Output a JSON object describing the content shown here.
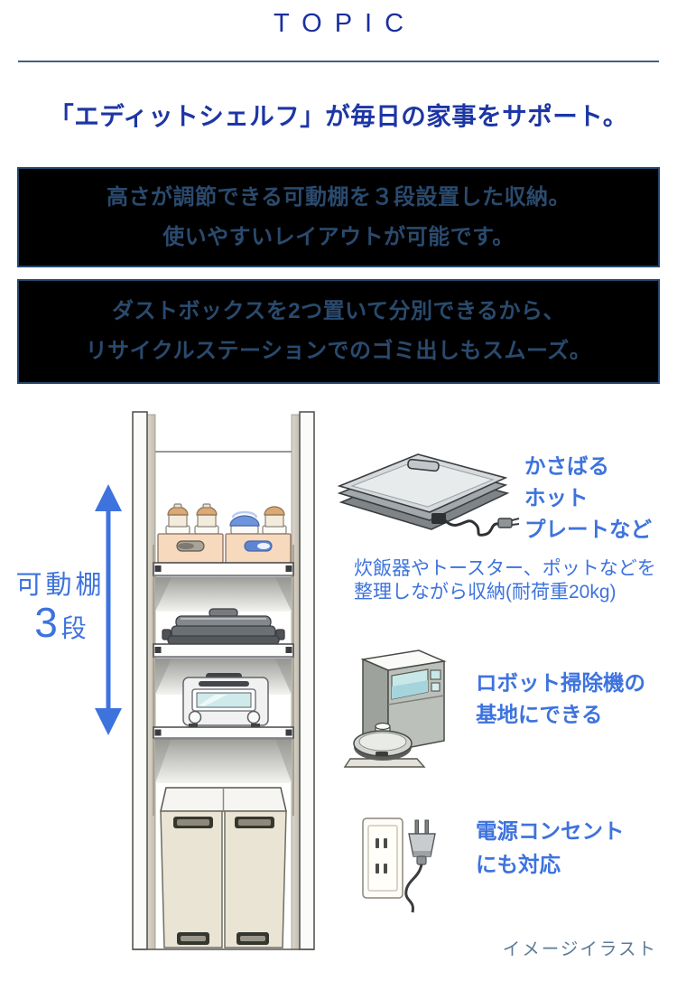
{
  "header": {
    "topic_label": "TOPIC",
    "heading": "「エディットシェルフ」が毎日の家事をサポート。"
  },
  "info_boxes": [
    {
      "lines": [
        "高さが調節できる可動棚を３段設置した収納。",
        "使いやすいレイアウトが可能です。"
      ]
    },
    {
      "lines": [
        "ダストボックスを2つ置いて分別できるから、",
        "リサイクルステーションでのゴミ出しもスムーズ。"
      ]
    }
  ],
  "illustration": {
    "movable_shelf_label": {
      "text": "可動棚",
      "count": "3",
      "unit": "段"
    },
    "features": [
      {
        "title_lines": [
          "かさばる",
          "ホット",
          "プレートなど"
        ],
        "caption_lines": [
          "炊飯器やトースター、ポットなどを",
          "整理しながら収納(耐荷重20kg)"
        ]
      },
      {
        "title_lines": [
          "ロボット掃除機の",
          "基地にできる"
        ]
      },
      {
        "title_lines": [
          "電源コンセント",
          "にも対応"
        ]
      }
    ],
    "note": "イメージイラスト"
  },
  "colors": {
    "topic_blue": "#1b2f9e",
    "heading_blue": "#1d36a4",
    "box_background": "#000000",
    "box_border": "#24466a",
    "box_text": "#2a4a6e",
    "label_blue": "#3e73dd",
    "arrow_blue": "#3e73dd",
    "note_gray_blue": "#5e7b96",
    "divider": "#44607c"
  }
}
